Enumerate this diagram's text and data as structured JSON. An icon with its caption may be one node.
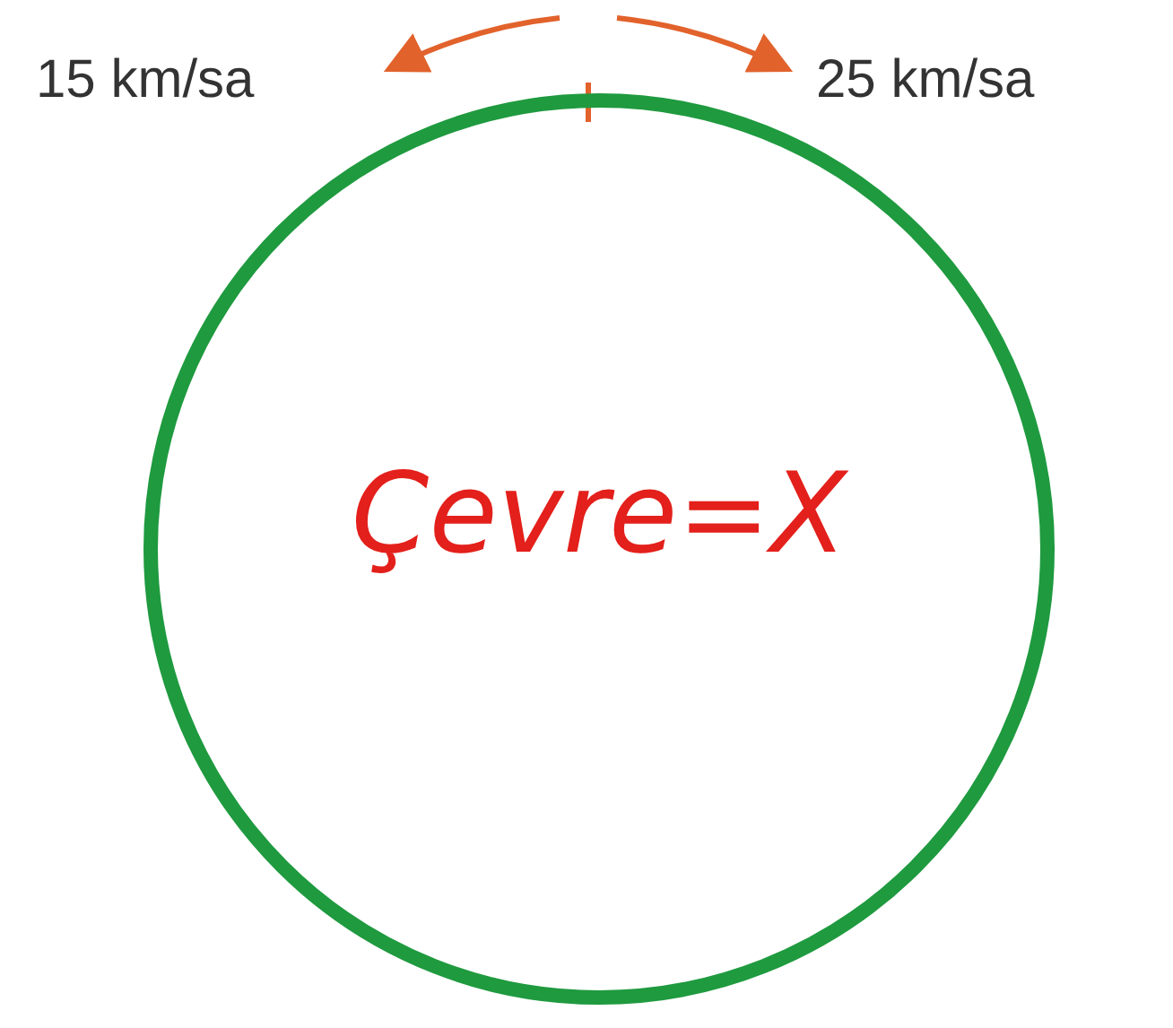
{
  "diagram": {
    "nodes": [
      {
        "text": [
          "Çevre=X"
        ]
      }
    ],
    "labels": [
      "15 km/sa",
      "25 km/sa"
    ]
  }
}
